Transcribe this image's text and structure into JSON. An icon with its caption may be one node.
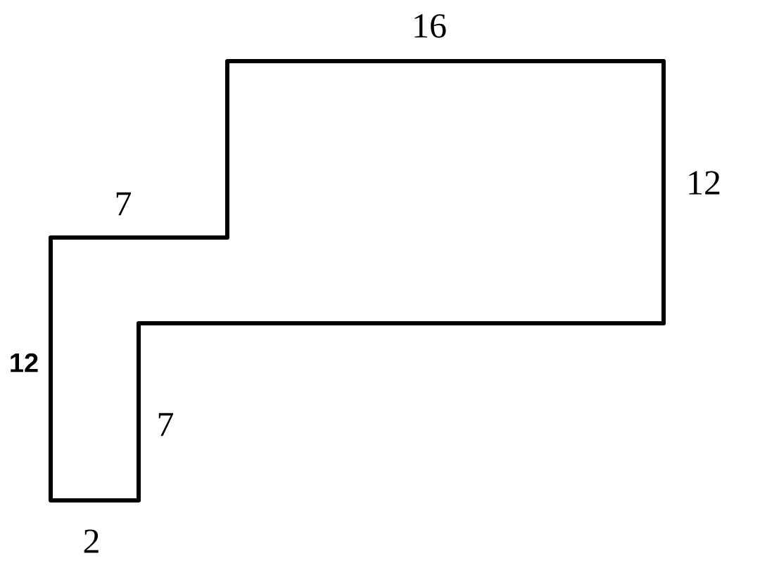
{
  "diagram": {
    "labels": [
      "16",
      "12",
      "7",
      "12",
      "7",
      "2"
    ]
  }
}
